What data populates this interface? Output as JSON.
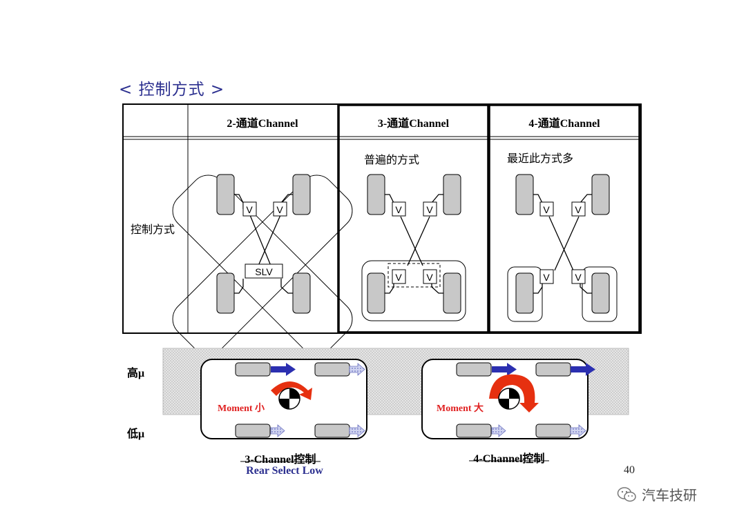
{
  "slide_title": "< 控制方式 >",
  "table": {
    "columns": [
      "2-通道Channel",
      "3-通道Channel",
      "4-通道Channel"
    ],
    "row_label": "控制方式",
    "notes": {
      "ch3": "普遍的方式",
      "ch4": "最近此方式多"
    },
    "valve_label": "V",
    "slv_label": "SLV"
  },
  "bottom": {
    "high_mu": "高μ",
    "low_mu": "低μ",
    "left": {
      "moment": "Moment 小",
      "caption": "3-Channel控制",
      "subcaption": "Rear Select Low"
    },
    "right": {
      "moment": "Moment 大",
      "caption": "4-Channel控制"
    }
  },
  "page_number": "40",
  "watermark": "汽车技研",
  "colors": {
    "title": "#2b2f8f",
    "arrow": "#2b2fb0",
    "moment": "#e02020",
    "wheel": "#c8c8c8"
  }
}
